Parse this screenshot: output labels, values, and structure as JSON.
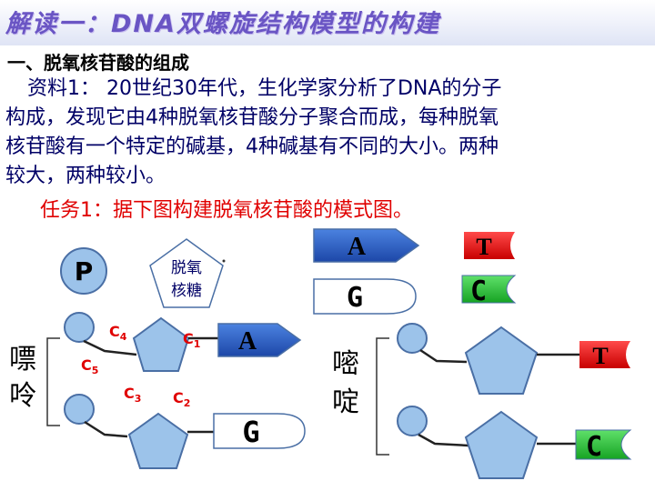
{
  "title": "解读一：DNA双螺旋结构模型的构建",
  "subhead": "一、脱氧核苷酸的组成",
  "material": {
    "label": "资料1：",
    "line1_a": "20世纪30年代，生化学家分析了DNA的分子",
    "line2": "构成，发现它由4种脱氧核苷酸分子聚合而成，每种脱氧",
    "line3": "核苷酸有一个特定的碱基，4种碱基有不同的大小。两种",
    "line4": "较大，两种较小。"
  },
  "task": "任务1：据下图构建脱氧核苷酸的模式图。",
  "parts": {
    "phosphate": "P",
    "sugar_line1": "脱氧",
    "sugar_line2": "核糖",
    "base_A": "A",
    "base_G": "G",
    "base_T": "T",
    "base_C": "C"
  },
  "groups": {
    "purine_1": "嘌",
    "purine_2": "呤",
    "pyrimidine_1": "嘧",
    "pyrimidine_2": "啶"
  },
  "carbons": {
    "c1": "C",
    "c1_sub": "1",
    "c2": "C",
    "c2_sub": "2",
    "c3": "C",
    "c3_sub": "3",
    "c4": "C",
    "c4_sub": "4",
    "c5": "C",
    "c5_sub": "5"
  },
  "colors": {
    "title": "#6a55c4",
    "text": "#000066",
    "task": "#e00000",
    "phosphate_fill": "#9cc3ea",
    "sugar_fill": "#9cc3ea",
    "base_A_fill": "#2f63c8",
    "base_G_fill": "#ffffff",
    "base_T_fill": "#e62020",
    "base_C_fill": "#2fc63a",
    "carbon_label": "#e00000"
  }
}
